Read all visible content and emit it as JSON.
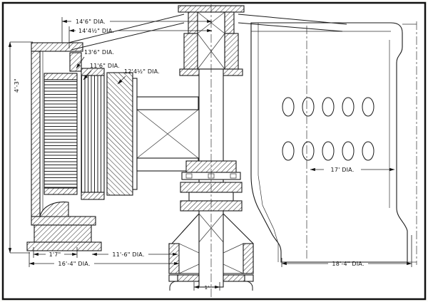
{
  "drawing": {
    "type": "engineering-cross-section-drawing",
    "subject": "vertical-shaft-generator-and-turbine-casing-section",
    "colors": {
      "ink": "#1a1a1a",
      "paper": "#fdfdfb"
    },
    "labels": {
      "dia_14_6": "14'6\" DIA.",
      "dia_14_4h": "14'4½\" DIA.",
      "dia_13_6": "13'6\" DIA.",
      "dia_11_6": "11'6\" DIA.",
      "dia_12_4h": "12'4½\" DIA.",
      "height_4_3": "4'-3\"",
      "dim_1_7": "1'7\"",
      "dia_11_6_b": "11'-6\" DIA.",
      "dia_16_4": "16'-4\" DIA.",
      "dia_17": "17' DIA.",
      "dia_18_4": "18'-4\" DIA.",
      "dim_1": "1'"
    }
  }
}
